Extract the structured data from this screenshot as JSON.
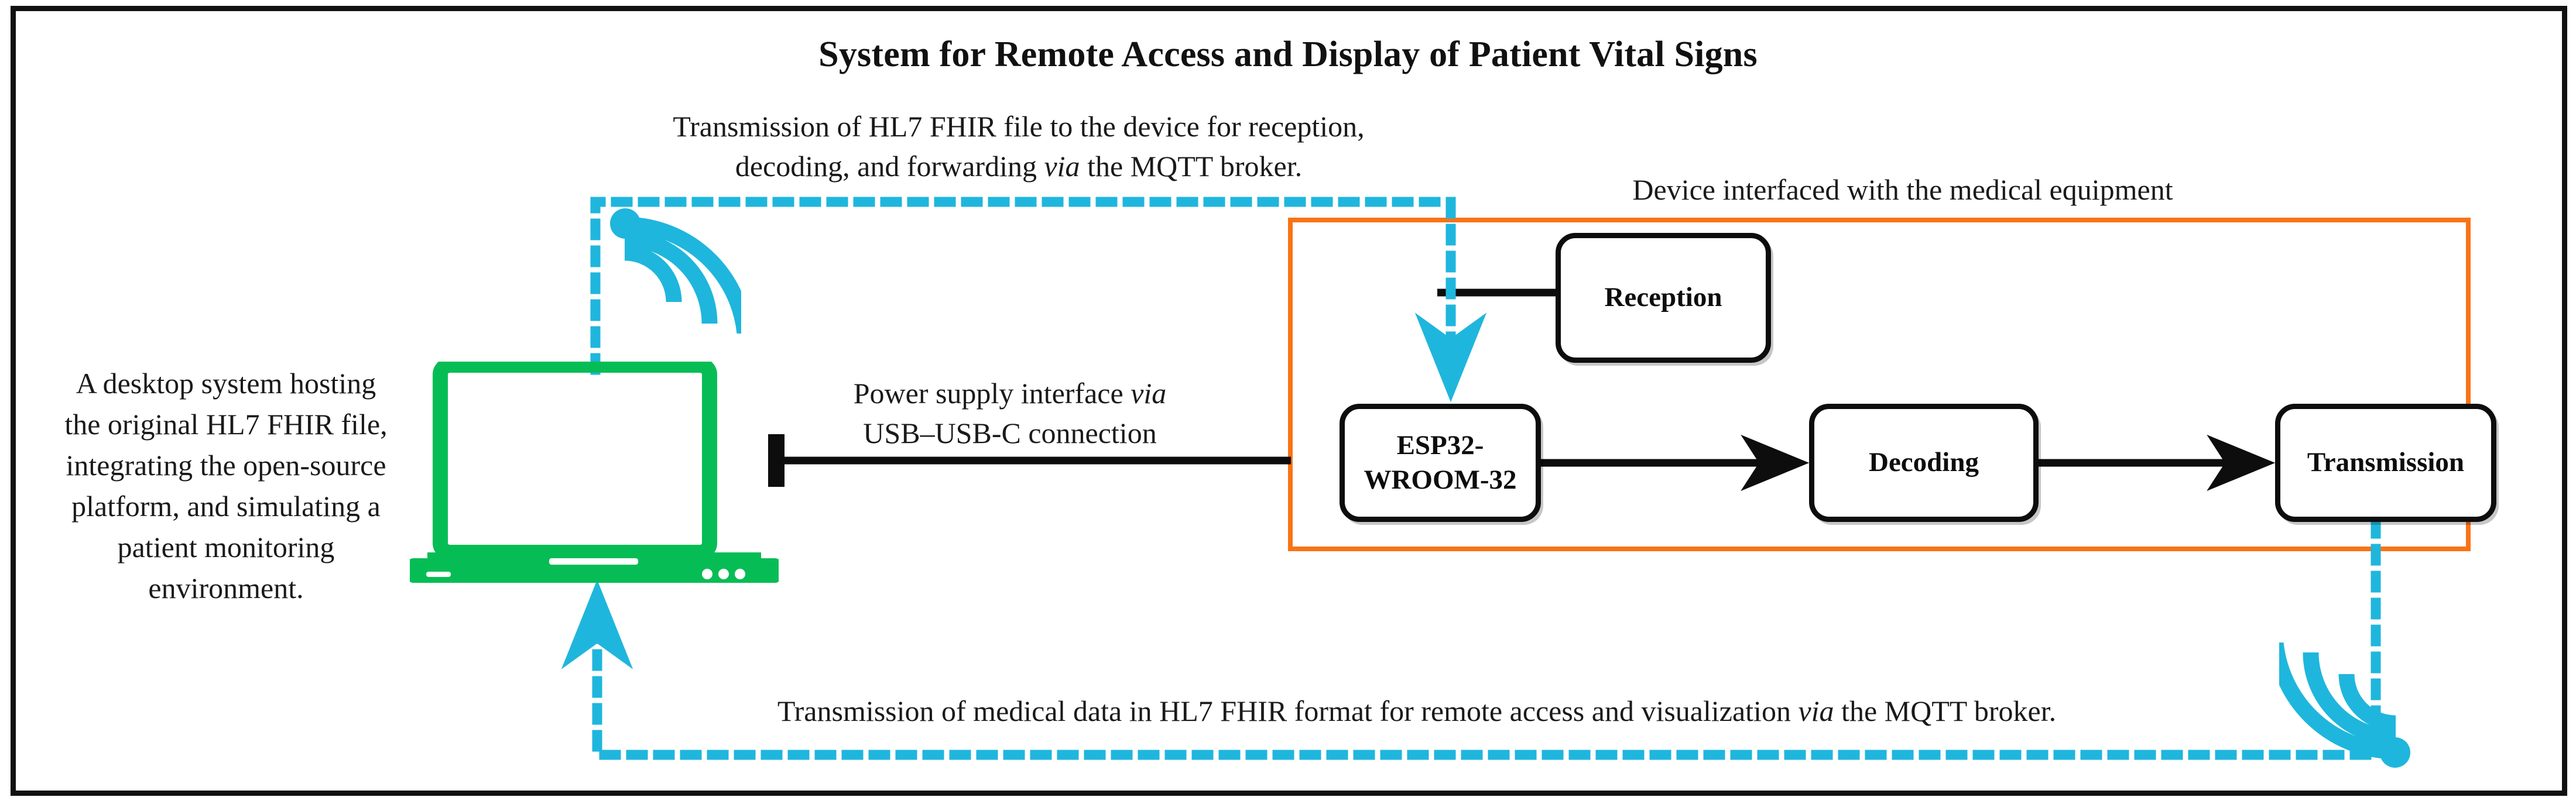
{
  "diagram": {
    "title": "System for Remote Access and Display of Patient Vital Signs",
    "frame_color": "#111111",
    "accent_orange": "#f97316",
    "accent_cyan": "#1fb6dd",
    "accent_green": "#06bd55",
    "node_border": "#0d0d0d"
  },
  "captions": {
    "top_line1": "Transmission of HL7 FHIR file to the device for reception,",
    "top_line2_a": "decoding, and forwarding ",
    "top_line2_em": "via",
    "top_line2_b": " the MQTT broker.",
    "bottom_a": "Transmission of medical data in HL7 FHIR format for remote access and visualization ",
    "bottom_em": "via",
    "bottom_b": " the MQTT broker.",
    "power_line1_a": "Power supply interface ",
    "power_line1_em": "via",
    "power_line2": "USB–USB-C connection",
    "left_block": "A desktop system hosting the original HL7 FHIR file, integrating the open-source platform, and simulating a patient monitoring environment.",
    "device_group": "Device interfaced with the medical equipment"
  },
  "nodes": {
    "reception": "Reception",
    "esp32_line1": "ESP32-",
    "esp32_line2": "WROOM-32",
    "decoding": "Decoding",
    "transmission": "Transmission"
  },
  "icons": {
    "laptop": "laptop-icon",
    "wifi_top": "wifi-signal-icon",
    "wifi_bottom": "wifi-signal-icon"
  }
}
